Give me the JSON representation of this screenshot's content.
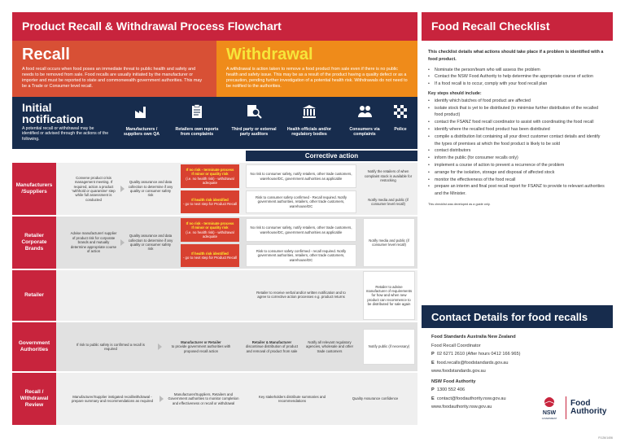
{
  "header": {
    "title": "Product Recall & Withdrawal Process Flowchart",
    "checklist_title": "Food Recall Checklist"
  },
  "recall": {
    "title": "Recall",
    "text": "A food recall occurs when food poses an immediate threat to public health and safety and needs to be removed from sale. Food recalls are usually initiated by the manufacturer or importer and must be reported to state and commonwealth government authorities. This may be a Trade or Consumer level recall."
  },
  "withdrawal": {
    "title": "Withdrawal",
    "text": "A withdrawal is action taken to remove a food product from sale even if there is no public health and safety issue. This may be as a result of the product having a quality defect or as a precaution, pending further investigation of a potential health risk. Withdrawals do not need to be notified to the authorities."
  },
  "initial": {
    "title": "Initial notification",
    "desc": "A potential recall or withdrawal may be identified or advised through the actions of the following.",
    "sources": [
      {
        "label": "Manufacturers / suppliers own QA",
        "icon": "factory-icon"
      },
      {
        "label": "Retailers own reports from complaints",
        "icon": "clipboard-icon"
      },
      {
        "label": "Third party or external party auditors",
        "icon": "magnifier-document-icon"
      },
      {
        "label": "Health officials and/or regulatory bodies",
        "icon": "government-building-icon"
      },
      {
        "label": "Consumers via complaints",
        "icon": "people-icon"
      },
      {
        "label": "Police",
        "icon": "police-badge-icon"
      }
    ]
  },
  "corrective_label": "Corrective action",
  "rows": {
    "manufacturers": {
      "label": "Manufacturers /Suppliers",
      "c1": "Convene product crisis management meeting. If required, action a product 'withhold or quarantine' step while full assessment is conducted",
      "c2": "Quality assurance and data collection to determine if any quality or consumer safety risk",
      "red1_a": "If no risk - terminate process",
      "red1_b": "If minor or quality risk",
      "red1_c": "(i.e. no health risk) - withdrawal adequate",
      "red2_a": "If health risk identified",
      "red2_b": "- go to next step for Product Recall",
      "w1": "No risk to consumer safety, notify retailers, other trade customers, warehouse/DC, government authorities as applicable",
      "w2": "Risk to consumer safety confirmed - Recall required. Notify government authorities, retailers, other trade customers, warehouse/DC",
      "n1": "Notify the retailers of when complaint stock is available for restocking",
      "n2": "Notify media and public (if consumer level recall)"
    },
    "retailer_brands": {
      "label": "Retailer Corporate Brands",
      "c1": "Advise manufacturer/ supplier of product risk for corporate brands and mutually determine appropriate course of action",
      "c2": "Quality assurance and data collection to determine if any quality or consumer safety risk",
      "red1_a": "If no risk - terminate process",
      "red1_b": "If minor or quality risk",
      "red1_c": "(i.e. no health risk) - withdrawal adequate",
      "red2_a": "If health risk identified",
      "red2_b": "- go to next step for Product Recall",
      "w1": "No risk to consumer safety, notify retailers, other trade customers, warehouse/DC, government authorities as applicable",
      "w2": "Risk to consumer safety confirmed - recall required. Notify government authorities, retailers, other trade customers, warehouse/DC",
      "n1": "Notify media and public (if consumer level recall)"
    },
    "retailer": {
      "label": "Retailer",
      "c1": "Retailer to receive verbal and/or written notification and to agree to corrective action processes e.g. product returns",
      "n1": "Retailer to advise manufacturer of requirements for how and when new product can recommence to be distributed for sale again"
    },
    "government": {
      "label": "Government Authorities",
      "c1": "If risk to public safety is confirmed a recall is required",
      "c2_a": "Manufacturer or Retailer",
      "c2_b": "to provide government authorities with proposed recall action",
      "c3_a": "Retailer & Manufacturer",
      "c3_b": "discontinue distribution of product and removal of product from sale",
      "c4": "Notify all relevant regulatory agencies, wholesale and other trade customers",
      "c5": "Notify public (if necessary)"
    },
    "review": {
      "label": "Recall / Withdrawal Review",
      "c1": "Manufacturer/Supplier instigated recall/withdrawal - prepare summary and recommendations as required",
      "c2": "Manufacturer/Suppliers, Retailers and Government authorities to monitor completion and effectiveness or recall or withdrawal",
      "c3": "Key stakeholders distribute summaries and recommendations",
      "c4": "Quality Assurance confidence"
    }
  },
  "checklist": {
    "intro": "This checklist details what actions should take place if a problem is identified with a food product.",
    "items1": [
      "Nominate the person/team who will assess the problem",
      "Contact the NSW Food Authority to help determine the appropriate course of action",
      "If a food recall is to occur, comply with your food recall plan"
    ],
    "key_steps": "Key steps should include:",
    "items2": [
      "identify which batches of food product are affected",
      "isolate stock that is yet to be distributed (to minimise further distribution of the recalled food product)",
      "contact the FSANZ food recall coordinator to assist with coordinating the food recall",
      "identify where the recalled food product has been distributed",
      "compile a distribution list containing all your direct customer contact details and identify the types of premises at which the food product is likely to be sold",
      "contact distributors",
      "inform the public (for consumer recalls only)",
      "implement a course of action to prevent a recurrence of the problem",
      "arrange for the isolation, storage and disposal of affected stock",
      "monitor the effectiveness of the food recall",
      "prepare an interim and final post recall report for FSANZ to provide to relevant authorities and the Minister."
    ],
    "note": "This checklist was developed as a guide only."
  },
  "contact": {
    "title": "Contact Details for food recalls",
    "org1": "Food Standards Australia New Zealand",
    "role1": "Food Recall Coordinator",
    "phone1_label": "P",
    "phone1": "02 6271 2610 (After hours 0412 166 965)",
    "email1_label": "E",
    "email1": "food.recalls@foodstandards.gov.au",
    "web1": "www.foodstandards.gov.au",
    "org2": "NSW Food Authority",
    "phone2_label": "P",
    "phone2": "1300 552 406",
    "email2_label": "E",
    "email2": "contact@foodauthority.nsw.gov.au",
    "web2": "www.foodauthority.nsw.gov.au"
  },
  "logo": {
    "nsw": "NSW",
    "gov": "GOVERNMENT",
    "fa1": "Food",
    "fa2": "Authority"
  },
  "footer_code": "FI126/1406",
  "colors": {
    "red": "#c8243d",
    "navy": "#172c4d",
    "orange": "#ef8b1a",
    "yellow": "#f6e53a"
  }
}
